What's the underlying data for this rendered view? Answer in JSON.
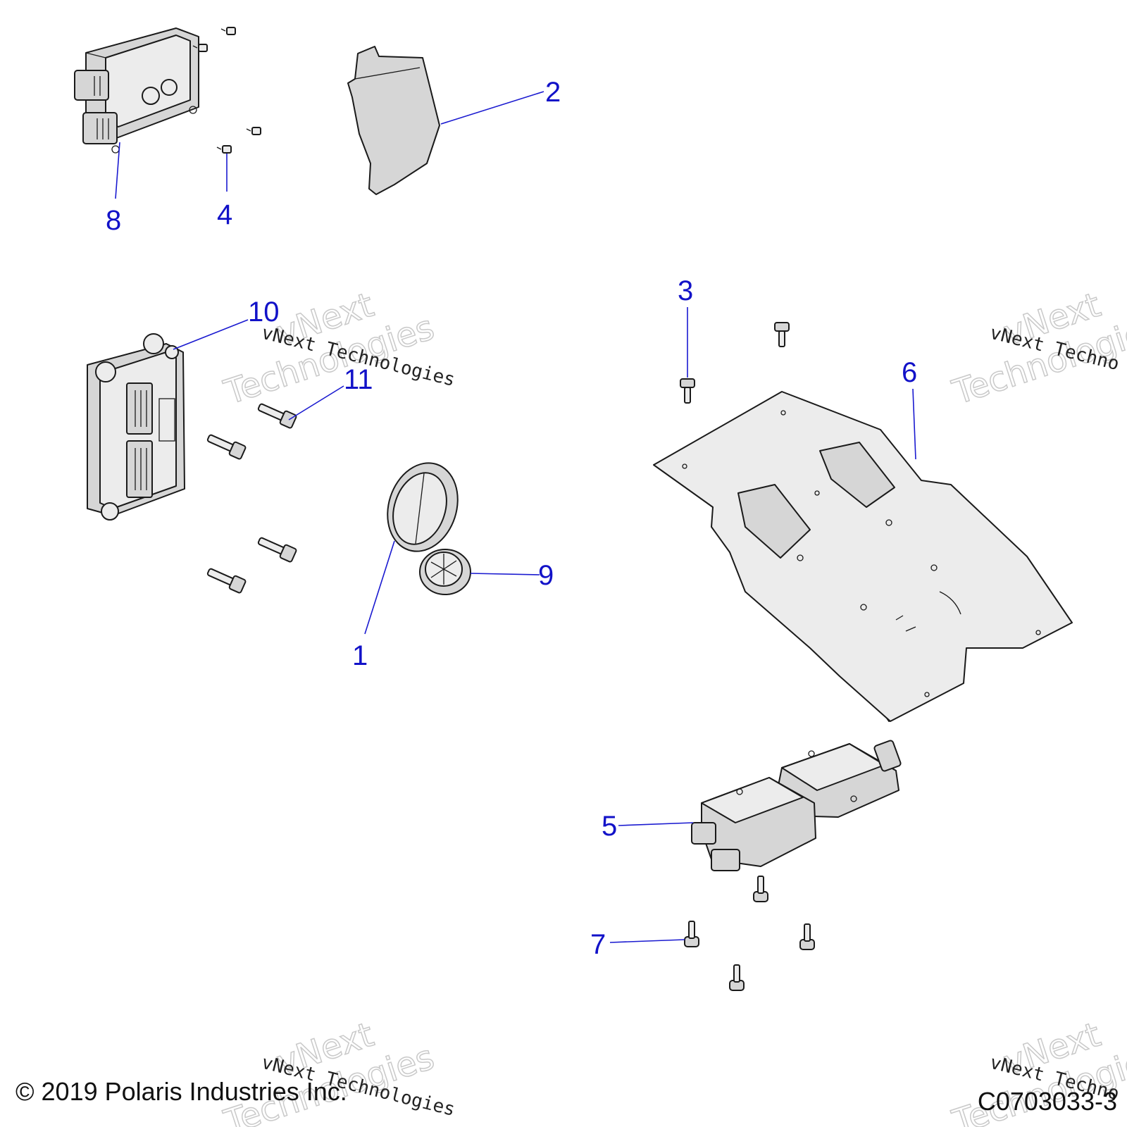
{
  "callouts": [
    "1",
    "2",
    "3",
    "4",
    "5",
    "6",
    "7",
    "8",
    "9",
    "10",
    "11"
  ],
  "watermark": {
    "line1": "vNext",
    "line2": "Technologies",
    "full": "vNext Technologies",
    "partial": "vNext Techno"
  },
  "footer": {
    "copyright": "© 2019 Polaris Industries Inc.",
    "figure_id": "C0703033-3"
  },
  "colors": {
    "callout": "#1212c8",
    "line_art": "#1a1a1a"
  }
}
